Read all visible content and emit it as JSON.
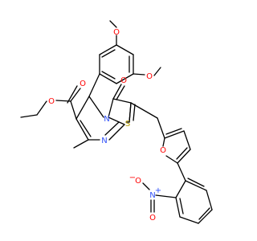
{
  "atoms": {
    "o_methoxy_top": "O",
    "o_methoxy_right": "O",
    "o_ester_carbonyl": "O",
    "o_ester_ether": "O",
    "o_ketone": "O",
    "n_ring": "N",
    "n_imine": "N",
    "s_thiazole": "S",
    "o_furan": "O",
    "n_nitro": "N",
    "n_nitro_charge": "+",
    "o_nitro_left": "O",
    "o_nitro_left_charge": "−",
    "o_nitro_bottom": "O"
  },
  "colors": {
    "bond": "#000000",
    "oxygen": "#ff0000",
    "nitrogen": "#3050f8",
    "sulfur": "#b8a000"
  }
}
